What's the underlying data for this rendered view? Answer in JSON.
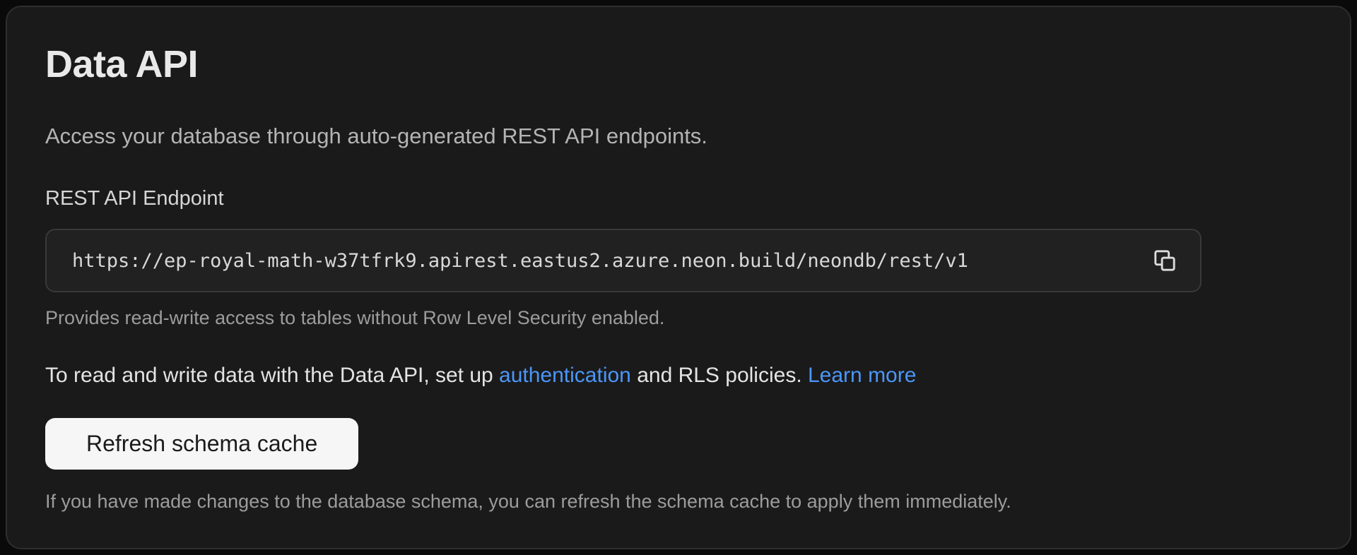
{
  "page": {
    "title": "Data API",
    "description": "Access your database through auto-generated REST API endpoints."
  },
  "endpoint": {
    "label": "REST API Endpoint",
    "url": "https://ep-royal-math-w37tfrk9.apirest.eastus2.azure.neon.build/neondb/rest/v1",
    "copy_icon": "copy-icon",
    "helper": "Provides read-write access to tables without Row Level Security enabled."
  },
  "rls_note": {
    "text_before": "To read and write data with the Data API, set up ",
    "authentication_link": "authentication",
    "text_middle": " and RLS policies. ",
    "learn_more_link": "Learn more"
  },
  "schema_cache": {
    "button_label": "Refresh schema cache",
    "helper": "If you have made changes to the database schema, you can refresh the schema cache to apply them immediately."
  },
  "colors": {
    "page_bg": "#0a0a0a",
    "card_bg": "#1a1a1a",
    "card_border": "#2e2e2e",
    "field_bg": "#212121",
    "field_border": "#393939",
    "link_blue": "#4b96f8",
    "button_bg": "#f6f6f6",
    "button_text": "#1b1b1b",
    "heading_text": "#e9e9e9",
    "body_text": "#e4e4e4",
    "muted_text": "#9c9c9c"
  }
}
